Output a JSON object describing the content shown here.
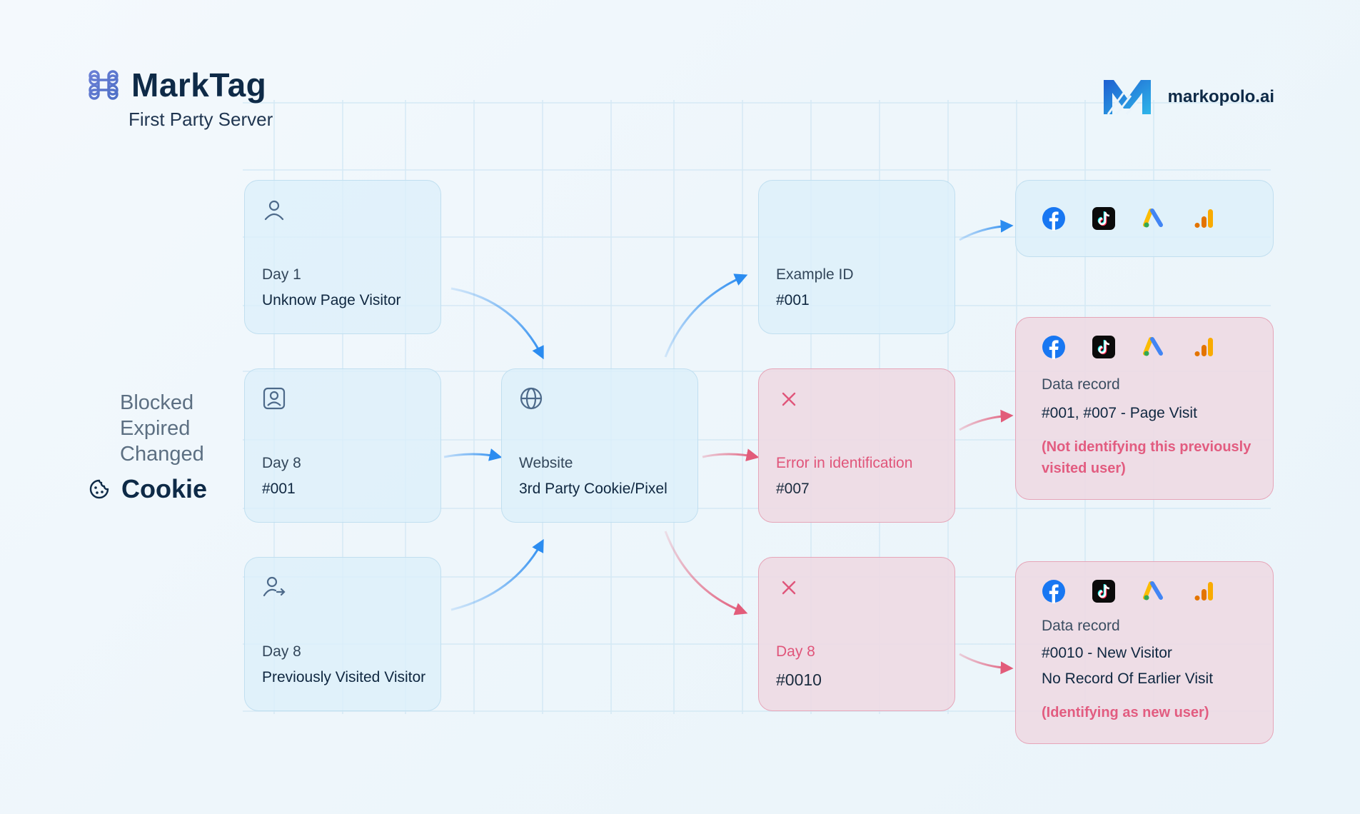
{
  "brand": {
    "title": "MarkTag",
    "subtitle": "First Party Server",
    "icon": "command-icon"
  },
  "partner": {
    "name": "markopolo.ai",
    "logo": "markopolo-logo"
  },
  "cookie": {
    "states": [
      "Blocked",
      "Expired",
      "Changed"
    ],
    "title": "Cookie",
    "icon": "cookie-icon"
  },
  "visitors": [
    {
      "icon": "user-icon",
      "line1": "Day 1",
      "line2": "Unknow Page Visitor"
    },
    {
      "icon": "user-badge-icon",
      "line1": "Day 8",
      "line2": "#001"
    },
    {
      "icon": "user-arrow-icon",
      "line1": "Day 8",
      "line2": "Previously Visited Visitor"
    }
  ],
  "website": {
    "icon": "globe-icon",
    "line1": "Website",
    "line2": "3rd Party Cookie/Pixel"
  },
  "results": [
    {
      "line1": "Example ID",
      "line2": "#001",
      "status": "ok"
    },
    {
      "line1": "Error in identification",
      "line2": "#007",
      "status": "error",
      "icon": "close-icon"
    },
    {
      "line1": "Day 8",
      "line2": "#0010",
      "status": "error",
      "icon": "close-icon"
    }
  ],
  "platform_icons": [
    "facebook-icon",
    "tiktok-icon",
    "google-ads-icon",
    "google-analytics-icon"
  ],
  "records": [
    {
      "status": "ok"
    },
    {
      "status": "error",
      "label": "Data record",
      "value": "#001, #007 - Page Visit",
      "note": "(Not identifying this previously visited user)"
    },
    {
      "status": "error",
      "label": "Data record",
      "value": "#0010 - New Visitor",
      "value2": "No Record Of Earlier Visit",
      "note": "(Identifying as new user)"
    }
  ],
  "colors": {
    "blue_arrow": "#2b8cf0",
    "red_arrow": "#e25c7a",
    "error_text": "#e0557a",
    "navy": "#0e2a47"
  }
}
